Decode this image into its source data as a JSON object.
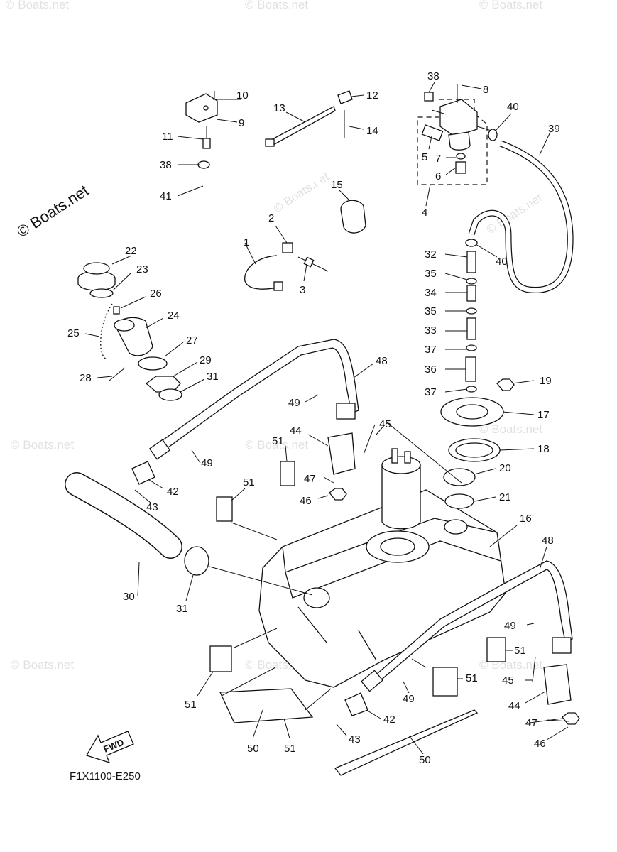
{
  "watermark": "© Boats.net",
  "diagram_code": "F1X1100-E250",
  "fwd_label": "FWD",
  "callouts": {
    "c1": "1",
    "c2": "2",
    "c3": "3",
    "c4": "4",
    "c5": "5",
    "c6": "6",
    "c7": "7",
    "c8": "8",
    "c9": "9",
    "c10": "10",
    "c11": "11",
    "c12": "12",
    "c13": "13",
    "c14": "14",
    "c15": "15",
    "c16": "16",
    "c17": "17",
    "c18": "18",
    "c19": "19",
    "c20": "20",
    "c21": "21",
    "c22": "22",
    "c23": "23",
    "c24": "24",
    "c25": "25",
    "c26": "26",
    "c27": "27",
    "c28": "28",
    "c29": "29",
    "c30": "30",
    "c31": "31",
    "c32": "32",
    "c33": "33",
    "c34": "34",
    "c35": "35",
    "c36": "36",
    "c37": "37",
    "c38": "38",
    "c39": "39",
    "c40": "40",
    "c41": "41",
    "c42": "42",
    "c43": "43",
    "c44": "44",
    "c45": "45",
    "c46": "46",
    "c47": "47",
    "c48": "48",
    "c49": "49",
    "c50": "50",
    "c51": "51"
  }
}
